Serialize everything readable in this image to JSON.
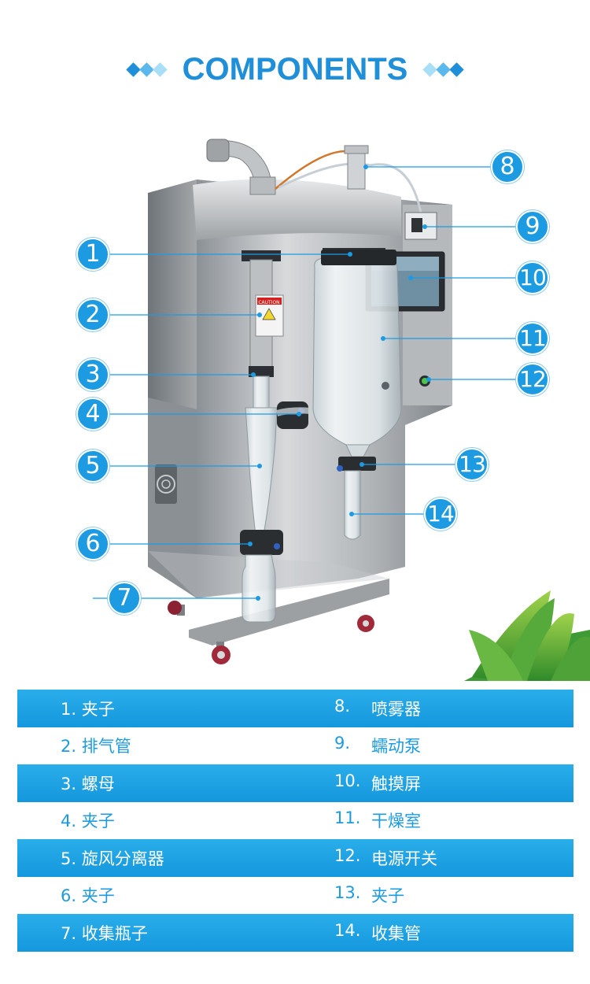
{
  "title": "COMPONENTS",
  "colors": {
    "accent": "#1c9be2",
    "diamond_dark": "#1e8fd8",
    "diamond_light": "#8fd4f5"
  },
  "callouts": [
    "1",
    "2",
    "3",
    "4",
    "5",
    "6",
    "7",
    "8",
    "9",
    "10",
    "11",
    "12",
    "13",
    "14"
  ],
  "caution_label": "CAUTION",
  "rows": [
    {
      "left": "1. 夹子",
      "right_num": "8.",
      "right_text": "喷雾器"
    },
    {
      "left": "2. 排气管",
      "right_num": "9.",
      "right_text": "蠕动泵"
    },
    {
      "left": "3. 螺母",
      "right_num": "10.",
      "right_text": "触摸屏"
    },
    {
      "left": "4. 夹子",
      "right_num": "11.",
      "right_text": "干燥室"
    },
    {
      "left": "5. 旋风分离器",
      "right_num": "12.",
      "right_text": "电源开关"
    },
    {
      "left": "6. 夹子",
      "right_num": "13.",
      "right_text": "夹子"
    },
    {
      "left": "7. 收集瓶子",
      "right_num": "14.",
      "right_text": "收集管"
    }
  ]
}
